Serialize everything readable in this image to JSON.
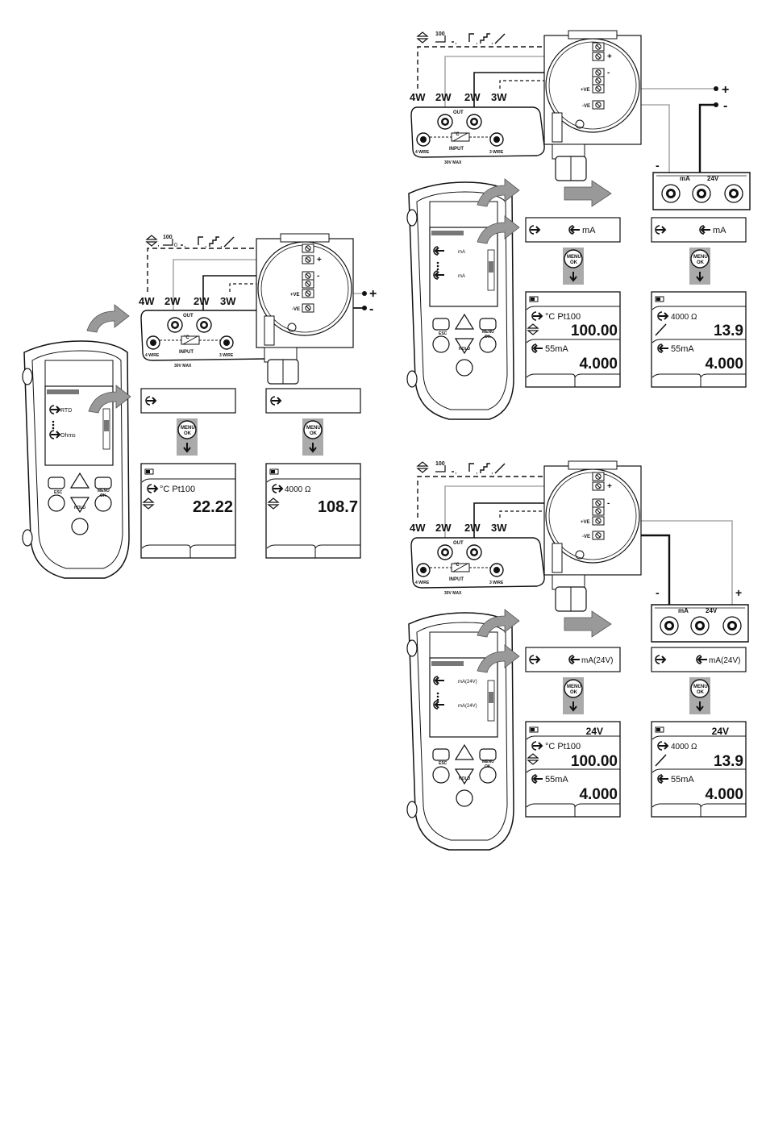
{
  "wires": {
    "w4": "4W",
    "w2": "2W",
    "w3": "3W"
  },
  "jack": {
    "out": "OUT",
    "unit": "°C",
    "input": "INPUT",
    "four_wire": "4 WIRE",
    "three_wire": "3 WIRE",
    "rating": "30V MAX"
  },
  "transmitter": {
    "plus": "+",
    "minus": "-",
    "pos_ve": "+VE",
    "neg_ve": "-VE"
  },
  "supply": {
    "plus": "+",
    "minus": "-"
  },
  "ramp_label": "100",
  "device": {
    "esc": "ESC",
    "menu": "MENU",
    "ok": "OK",
    "hold": "HOLD"
  },
  "menu_key": {
    "line1": "MENU",
    "line2": "OK"
  },
  "diagram1": {
    "device_rows": [
      "RTD",
      "Ohms"
    ],
    "selectors": [
      "",
      ""
    ],
    "screen_a": {
      "label": "°C Pt100",
      "value": "22.22"
    },
    "screen_b": {
      "label": "4000 Ω",
      "value": "108.7"
    }
  },
  "diagram2": {
    "device_rows": [
      "mA",
      "mA"
    ],
    "selectors": [
      "mA",
      "mA"
    ],
    "meter": {
      "label": "mA",
      "supply": "24V"
    },
    "screen_a": {
      "label": "°C Pt100",
      "value": "100.00",
      "sub": "55mA",
      "sub_value": "4.000"
    },
    "screen_b": {
      "label": "4000 Ω",
      "value": "13.9",
      "sub": "55mA",
      "sub_value": "4.000"
    }
  },
  "diagram3": {
    "device_rows": [
      "mA(24V)",
      "mA(24V)"
    ],
    "selectors": [
      "mA(24V)",
      "mA(24V)"
    ],
    "meter": {
      "label": "mA",
      "supply": "24V"
    },
    "loop_power": "24V",
    "screen_a": {
      "label": "°C Pt100",
      "value": "100.00",
      "sub": "55mA",
      "sub_value": "4.000"
    },
    "screen_b": {
      "label": "4000 Ω",
      "value": "13.9",
      "sub": "55mA",
      "sub_value": "4.000"
    }
  }
}
